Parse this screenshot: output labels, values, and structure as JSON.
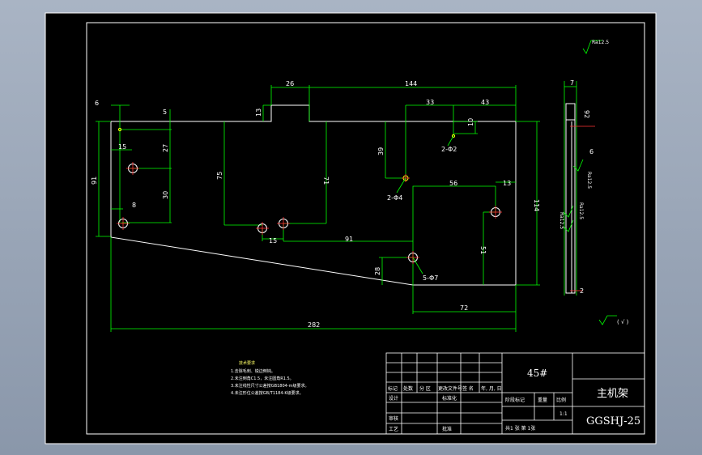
{
  "colors": {
    "background": "#000000",
    "dimension": "#00ff00",
    "part_outline": "#ffffff",
    "center_line": "#ff3333",
    "circle": "#ffff00"
  },
  "dimensions": {
    "top_block_width": "26",
    "overall_top": "144",
    "top_block_height": "13",
    "left_offset": "6",
    "left_small": "5",
    "overall_height": "91",
    "hole1_x": "15",
    "hole1_y": "27",
    "hole_spacing": "30",
    "hole2_x": "8",
    "inner_height": "75",
    "inner_height2": "71",
    "pair_spacing": "15",
    "bottom_offset": "91",
    "span_33": "33",
    "span_43": "43",
    "hole_offset_10": "10",
    "height_39": "39",
    "slot_width": "56",
    "slot_right": "13",
    "height_114": "114",
    "height_51": "51",
    "small_28": "28",
    "bottom_72": "72",
    "overall_width": "282",
    "side_7": "7",
    "side_92": "92",
    "side_6": "6",
    "side_2": "2"
  },
  "hole_labels": {
    "h1": "2-Φ2",
    "h2": "2-Φ4",
    "h3": "5-Φ7"
  },
  "surface_marks": {
    "top_right": "Ra12.5",
    "side_upper": "Ra12.5",
    "side_mid": "Ra12.5",
    "side_lower": "Ra12.5",
    "general": "( √ )"
  },
  "notes": {
    "title": "技术要求",
    "lines": [
      "1.去除毛刺、锐边倒钝。",
      "2.未注倒角C1.5，未注圆角R1.5。",
      "3.未注线性尺寸公差按GB1804-m级要求。",
      "4.未注形位公差按GB/T1184-K级要求。"
    ]
  },
  "title_block": {
    "material": "45#",
    "part_name": "主机架",
    "drawing_no": "GGSHJ-25",
    "scale": "1:1",
    "row_labels": [
      "标记",
      "处数",
      "分 区",
      "更改文件号",
      "签 名",
      "年, 月, 日"
    ],
    "design": "设计",
    "standardize": "标准化",
    "review": "审核",
    "process": "工艺",
    "approve": "批准",
    "stage_mark": "阶段标记",
    "weight": "重量",
    "ratio": "比例",
    "sheets": "共1 张  第 1张"
  }
}
